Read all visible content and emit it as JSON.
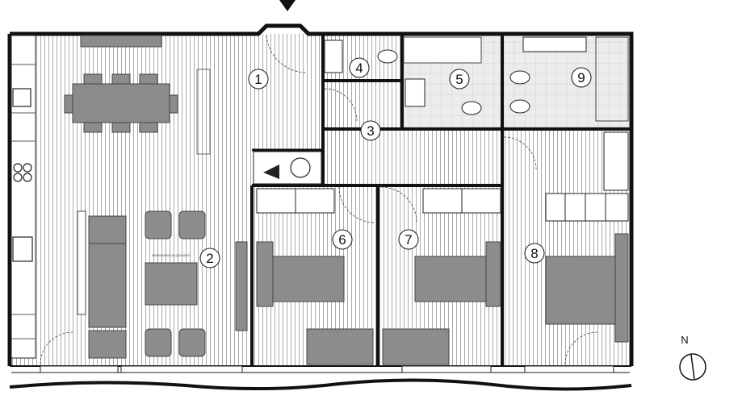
{
  "plan": {
    "rooms": [
      {
        "label": "1"
      },
      {
        "label": "2"
      },
      {
        "label": "3"
      },
      {
        "label": "4"
      },
      {
        "label": "5"
      },
      {
        "label": "6"
      },
      {
        "label": "7"
      },
      {
        "label": "8"
      },
      {
        "label": "9"
      }
    ],
    "compass": {
      "label": "N"
    },
    "furniture_label": "MOBILIARIO ALQUILADO",
    "entrance_marker": "entrance-arrow-icon",
    "colors": {
      "wall": "#111111",
      "furniture": "#8c8c8c",
      "floor_lines": "#9a9a9a",
      "tile": "#e6e6e6"
    }
  }
}
